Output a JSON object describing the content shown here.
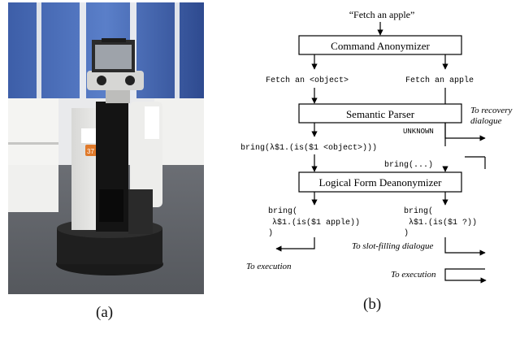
{
  "panel_a": {
    "caption": "(a)",
    "robot_badge": "37"
  },
  "panel_b": {
    "caption": "(b)",
    "input": "“Fetch an apple”",
    "boxes": {
      "anonymizer": "Command Anonymizer",
      "parser": "Semantic Parser",
      "deanonymizer": "Logical Form Deanonymizer"
    },
    "anon_left": "Fetch an <object>",
    "anon_right": "Fetch an apple",
    "recovery_line1": "To recovery",
    "recovery_line2": "dialogue",
    "unknown": "UNKNOWN",
    "parse_output": "bring(λ$1.(is($1 <object>)))",
    "bring_partial": "bring(...)",
    "left_out": [
      "bring(",
      "λ$1.(is($1 apple))",
      ")"
    ],
    "right_out": [
      "bring(",
      "λ$1.(is($1 ?))",
      ")"
    ],
    "slot_filling": "To slot-filling dialogue",
    "execution_left": "To execution",
    "execution_right": "To execution"
  }
}
